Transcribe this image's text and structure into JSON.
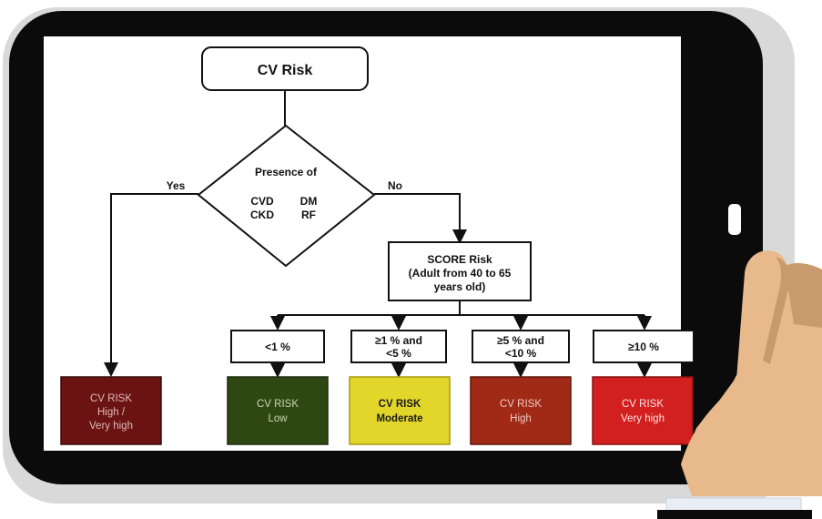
{
  "flowchart": {
    "root": "CV Risk",
    "decision": {
      "line1": "Presence of",
      "items": [
        "CVD",
        "DM",
        "CKD",
        "RF"
      ]
    },
    "yes_label": "Yes",
    "no_label": "No",
    "score_box": [
      "SCORE Risk",
      "(Adult from 40 to 65",
      "years old)"
    ],
    "thresholds": [
      [
        "<1 %"
      ],
      [
        "≥1 % and",
        "<5 %"
      ],
      [
        "≥5 % and",
        "<10 %"
      ],
      [
        "≥10 %"
      ]
    ],
    "outcomes": [
      {
        "lines": [
          "CV RISK",
          "High /",
          "Very high"
        ],
        "color": "#6b1212",
        "text_color": "#e0b9b9"
      },
      {
        "lines": [
          "CV RISK",
          "Low"
        ],
        "color": "#2f4712",
        "text_color": "#c9d9b5"
      },
      {
        "lines": [
          "CV RISK",
          "Moderate"
        ],
        "color": "#e3d62a",
        "text_color": "#1a1a1a"
      },
      {
        "lines": [
          "CV RISK",
          "High"
        ],
        "color": "#a12a17",
        "text_color": "#f0c9c0"
      },
      {
        "lines": [
          "CV RISK",
          "Very high"
        ],
        "color": "#d21f1f",
        "text_color": "#ffe0e0"
      }
    ]
  },
  "colors": {
    "tablet_frame": "#0b0b0b",
    "skin": "#e8b98a",
    "skin_shadow": "#c99a6b",
    "cuff": "#e9eef4"
  }
}
